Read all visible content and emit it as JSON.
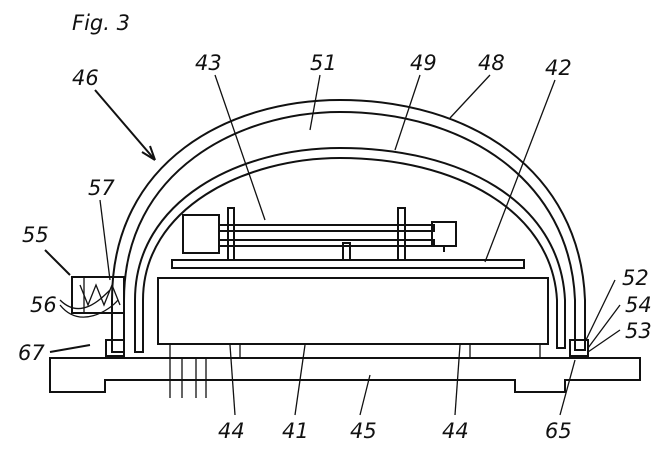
{
  "figure_title": "Fig. 3",
  "labels": {
    "l46": "46",
    "l43": "43",
    "l51": "51",
    "l49": "49",
    "l48": "48",
    "l42": "42",
    "l57": "57",
    "l55": "55",
    "l56": "56",
    "l52": "52",
    "l54": "54",
    "l53": "53",
    "l67": "67",
    "l44a": "44",
    "l41": "41",
    "l45": "45",
    "l44b": "44",
    "l65": "65"
  }
}
